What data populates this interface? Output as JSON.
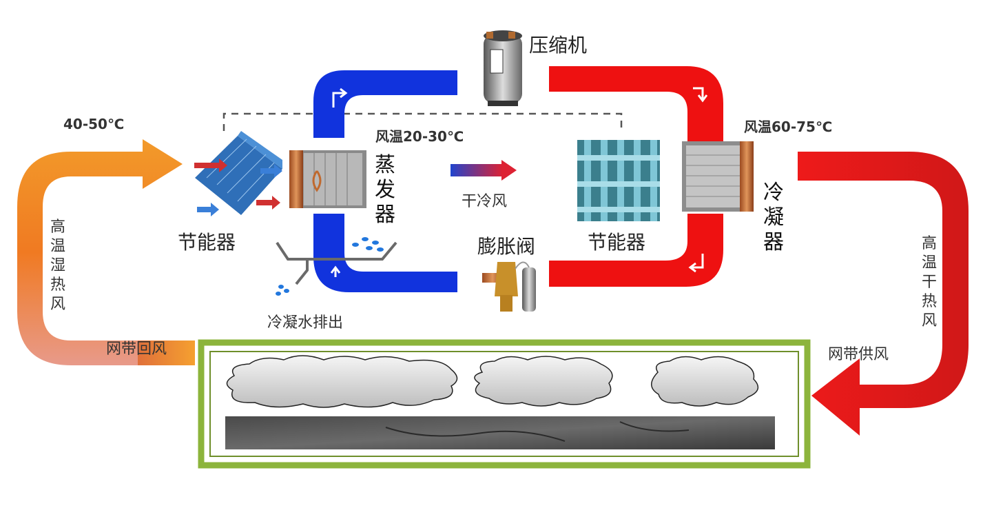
{
  "labels": {
    "compressor": "压缩机",
    "evaporator": "蒸发器",
    "condenser": "冷凝器",
    "economizer_left": "节能器",
    "economizer_right": "节能器",
    "expansion_valve": "膨胀阀",
    "dry_cold_air": "干冷风",
    "condensate_drain": "冷凝水排出",
    "return_air_temp": "40-50℃",
    "evap_air_temp": "风温20-30℃",
    "cond_air_temp": "风温60-75℃",
    "hot_humid_air": "高温湿热风",
    "hot_dry_air": "高温干热风",
    "belt_return_air": "网带回风",
    "belt_supply_air": "网带供风"
  },
  "colors": {
    "cold_loop": "#1133dd",
    "hot_loop": "#ee1111",
    "return_arrow_start": "#e6a08a",
    "return_arrow_end": "#f28a1a",
    "dryer_frame": "#8cb43c"
  },
  "icons": {
    "compressor": "compressor-icon",
    "expansion_valve": "expansion-valve-icon",
    "economizer": "heat-exchanger-icon",
    "evaporator": "coil-icon",
    "condenser": "coil-icon",
    "drain_tray": "drain-tray-icon"
  }
}
